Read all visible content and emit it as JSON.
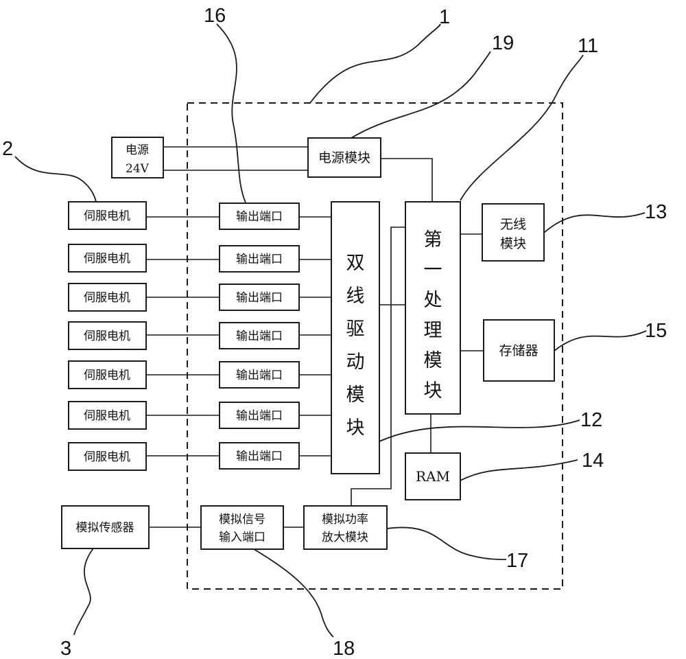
{
  "blocks": {
    "power_source": {
      "line1": "电源",
      "line2": "24V"
    },
    "power_module": "电源模块",
    "servo_motor": "伺服电机",
    "output_port": "输出端口",
    "dual_line_driver": [
      "双",
      "线",
      "驱",
      "动",
      "模",
      "块"
    ],
    "first_processing_module": [
      "第",
      "一",
      "处",
      "理",
      "模",
      "块"
    ],
    "wireless_module": {
      "line1": "无线",
      "line2": "模块"
    },
    "memory": "存储器",
    "ram": "RAM",
    "analog_sensor": "模拟传感器",
    "analog_input_port": {
      "line1": "模拟信号",
      "line2": "输入端口"
    },
    "analog_power_amp": {
      "line1": "模拟功率",
      "line2": "放大模块"
    }
  },
  "refs": {
    "r1": "1",
    "r2": "2",
    "r3": "3",
    "r11": "11",
    "r12": "12",
    "r13": "13",
    "r14": "14",
    "r15": "15",
    "r16": "16",
    "r17": "17",
    "r18": "18",
    "r19": "19"
  }
}
